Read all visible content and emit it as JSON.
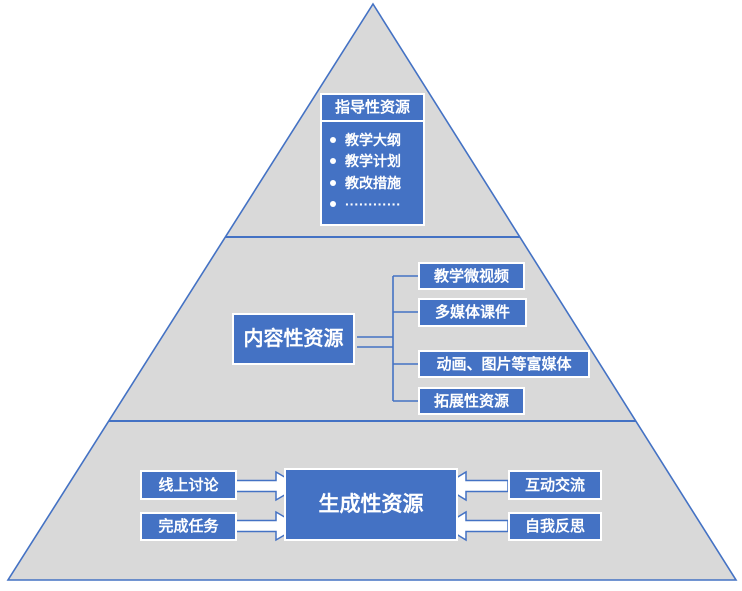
{
  "colors": {
    "box_blue": "#4472C4",
    "pyramid_gray": "#D9D9D9",
    "line_blue": "#4472C4",
    "text_white": "#FFFFFF"
  },
  "pyramid": {
    "top_level": {
      "header": "指导性资源",
      "bullets": [
        "教学大纲",
        "教学计划",
        "教改措施",
        "············"
      ]
    },
    "middle_level": {
      "label": "内容性资源",
      "children": [
        "教学微视频",
        "多媒体课件",
        "动画、图片等富媒体",
        "拓展性资源"
      ]
    },
    "bottom_level": {
      "label": "生成性资源",
      "left_inputs": [
        "线上讨论",
        "完成任务"
      ],
      "right_inputs": [
        "互动交流",
        "自我反思"
      ]
    }
  }
}
